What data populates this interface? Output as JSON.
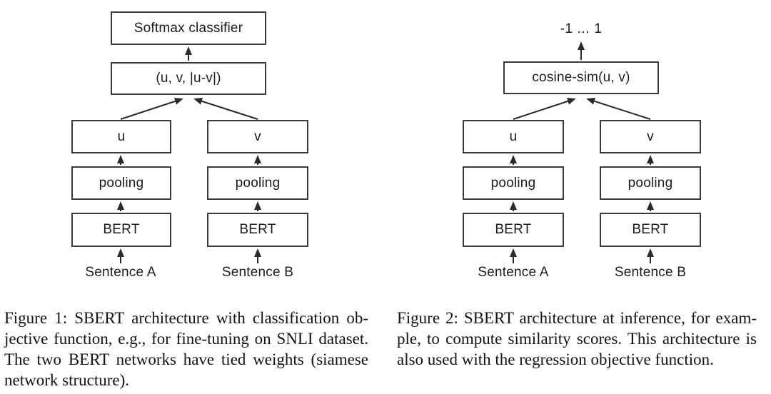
{
  "colors": {
    "background": "#ffffff",
    "box_border": "#3a3a3a",
    "arrow": "#2a2a2a",
    "text": "#1c1c1c"
  },
  "figure1": {
    "nodes": {
      "softmax": "Softmax classifier",
      "concat": "(u, v, |u-v|)",
      "u": "u",
      "v": "v",
      "pooling_a": "pooling",
      "pooling_b": "pooling",
      "bert_a": "BERT",
      "bert_b": "BERT",
      "sentence_a": "Sentence A",
      "sentence_b": "Sentence B"
    },
    "caption_lines": [
      "Figure 1: SBERT architecture with classification ob-",
      "jective function, e.g., for fine-tuning on SNLI dataset.",
      "The two BERT networks have tied weights (siamese",
      "network structure)."
    ]
  },
  "figure2": {
    "nodes": {
      "output_range": "-1 … 1",
      "cosine": "cosine-sim(u, v)",
      "u": "u",
      "v": "v",
      "pooling_a": "pooling",
      "pooling_b": "pooling",
      "bert_a": "BERT",
      "bert_b": "BERT",
      "sentence_a": "Sentence A",
      "sentence_b": "Sentence B"
    },
    "caption_lines": [
      "Figure 2: SBERT architecture at inference, for exam-",
      "ple, to compute similarity scores. This architecture is",
      "also used with the regression objective function."
    ]
  }
}
